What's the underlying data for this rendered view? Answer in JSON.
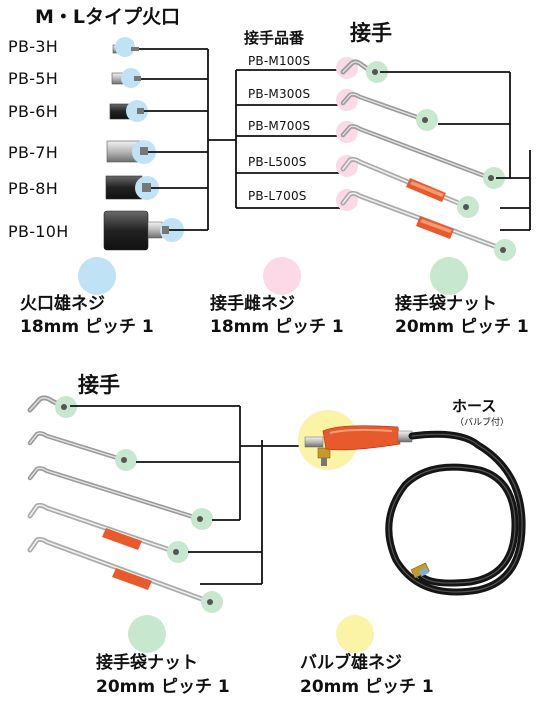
{
  "top": {
    "burner_title": "M・Lタイプ火口",
    "burners": [
      "PB-3H",
      "PB-5H",
      "PB-6H",
      "PB-7H",
      "PB-8H",
      "PB-10H"
    ],
    "joint_code_title": "接手品番",
    "joint_title": "接手",
    "joint_codes": [
      "PB-M100S",
      "PB-M300S",
      "PB-M700S",
      "PB-L500S",
      "PB-L700S"
    ]
  },
  "legend": [
    {
      "line1": "火口雄ネジ",
      "line2": "18mm ピッチ 1",
      "color": "#bfe3f5"
    },
    {
      "line1": "接手雌ネジ",
      "line2": "18mm ピッチ 1",
      "color": "#fbd9e7"
    },
    {
      "line1": "接手袋ナット",
      "line2": "20mm ピッチ 1",
      "color": "#c7e7cf"
    }
  ],
  "bottom": {
    "joint_title": "接手",
    "hose_title": "ホース",
    "hose_sub": "（バルブ付）",
    "legend": [
      {
        "line1": "接手袋ナット",
        "line2": "20mm ピッチ 1",
        "color": "#c7e7cf"
      },
      {
        "line1": "バルブ雄ネジ",
        "line2": "20mm ピッチ 1",
        "color": "#fbf3a6"
      }
    ]
  },
  "colors": {
    "blue": "#bfe3f5",
    "pink": "#fbd9e7",
    "green": "#c7e7cf",
    "yellow": "#fbf3a6",
    "orange": "#e8592b"
  }
}
